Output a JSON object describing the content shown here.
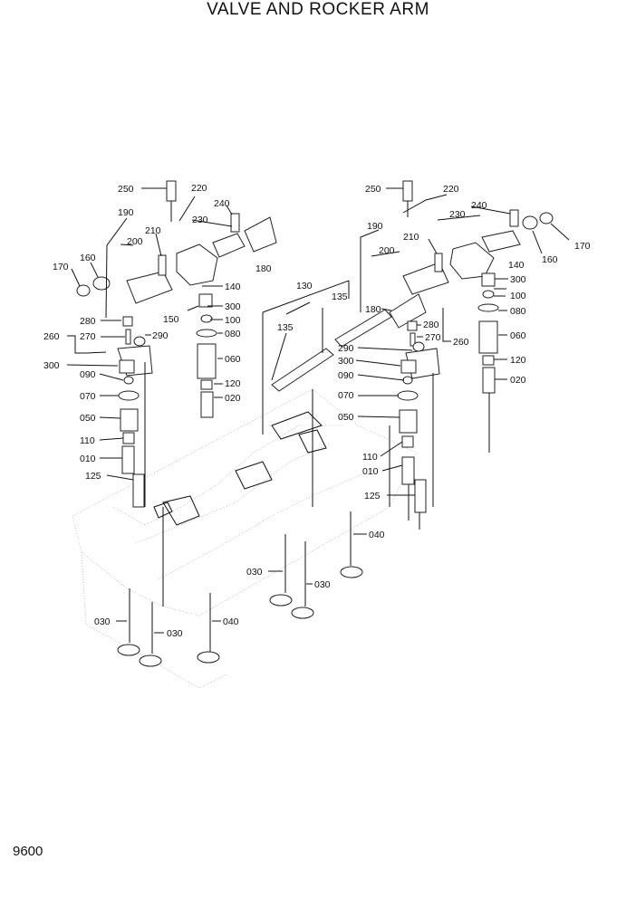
{
  "title": "VALVE AND ROCKER ARM",
  "page_number": "9600",
  "callouts": {
    "l250": "250",
    "l220": "220",
    "l240": "240",
    "l230": "230",
    "l190": "190",
    "l210": "210",
    "l200": "200",
    "l160": "160",
    "l170": "170",
    "l180": "180",
    "l140": "140",
    "l150": "150",
    "l300": "300",
    "l100": "100",
    "l080": "080",
    "l280": "280",
    "l270": "270",
    "l290": "290",
    "l260": "260",
    "l300b": "300",
    "l060": "060",
    "l120": "120",
    "l020": "020",
    "l090": "090",
    "l070": "070",
    "l050": "050",
    "l110": "110",
    "l010": "010",
    "l125": "125",
    "l030": "030",
    "l030b": "030",
    "l040": "040",
    "l130": "130",
    "l135a": "135",
    "l135b": "135",
    "r250": "250",
    "r220": "220",
    "r240": "240",
    "r230": "230",
    "r170": "170",
    "r160": "160",
    "r190": "190",
    "r210": "210",
    "r200": "200",
    "r300": "300",
    "r140": "140",
    "r100": "100",
    "r080": "080",
    "r180": "180",
    "r280": "280",
    "r270": "270",
    "r290": "290",
    "r260": "260",
    "r300b": "300",
    "r090": "090",
    "r070": "070",
    "r050": "050",
    "r110": "110",
    "r010": "010",
    "r125": "125",
    "r060": "060",
    "r120": "120",
    "r020": "020",
    "r040": "040",
    "r030": "030",
    "r030b": "030"
  }
}
